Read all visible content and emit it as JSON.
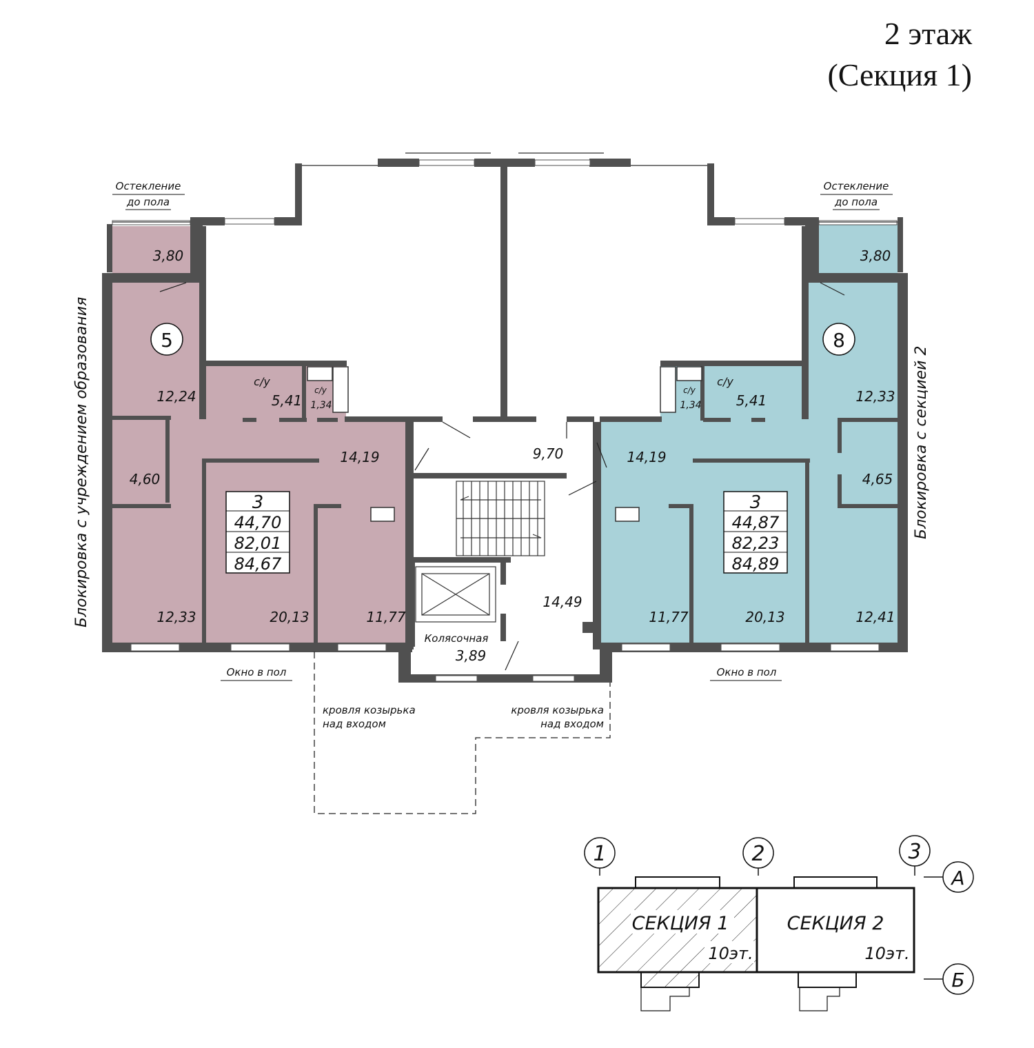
{
  "title": {
    "line1": "2 этаж",
    "line2": "(Секция 1)"
  },
  "colors": {
    "apt5": "#c8aab2",
    "apt8": "#a9d2d9",
    "wall": "#505050",
    "ink": "#111111"
  },
  "labels": {
    "glazing_left": [
      "Остекление",
      "до пола"
    ],
    "glazing_right": [
      "Остекление",
      "до пола"
    ],
    "block_left": "Блокировка с учреждением образования",
    "block_right": "Блокировка с секцией 2",
    "window_floor_left": "Окно в пол",
    "window_floor_right": "Окно в пол",
    "roof_left": [
      "кровля козырька",
      "над входом"
    ],
    "roof_right": [
      "кровля козырька",
      "над входом"
    ],
    "stroller": "Колясочная",
    "bath": "с/у"
  },
  "apt5": {
    "number": "5",
    "rooms": "3",
    "living": "44,70",
    "total": "82,01",
    "total_balcony": "84,67",
    "areas": {
      "balcony": "3,80",
      "r1224": "12,24",
      "bath": "5,41",
      "wc": "1,34",
      "hall": "14,19",
      "r460": "4,60",
      "r1233": "12,33",
      "r2013": "20,13",
      "r1177": "11,77"
    }
  },
  "apt8": {
    "number": "8",
    "rooms": "3",
    "living": "44,87",
    "total": "82,23",
    "total_balcony": "84,89",
    "areas": {
      "balcony": "3,80",
      "r1233": "12,33",
      "bath": "5,41",
      "wc": "1,34",
      "hall": "14,19",
      "r465": "4,65",
      "r1241": "12,41",
      "r2013": "20,13",
      "r1177": "11,77"
    }
  },
  "common": {
    "corridor": "9,70",
    "stair": "14,49",
    "stroller": "3,89"
  },
  "keyplan": {
    "axes": [
      "1",
      "2",
      "3"
    ],
    "rows": [
      "А",
      "Б"
    ],
    "sections": [
      {
        "name": "СЕКЦИЯ 1",
        "floors": "10эт."
      },
      {
        "name": "СЕКЦИЯ 2",
        "floors": "10эт."
      }
    ]
  }
}
